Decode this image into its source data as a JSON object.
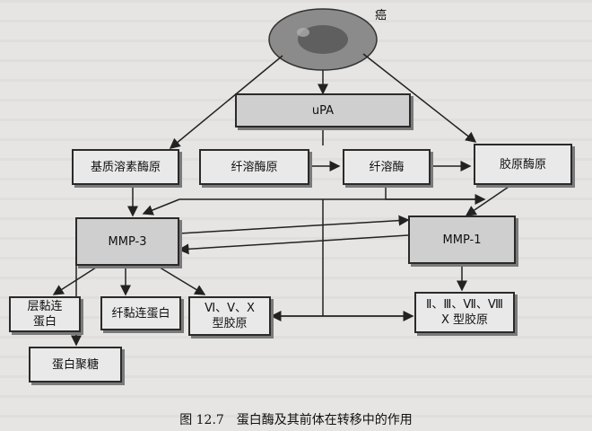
{
  "nodes": {
    "cancer": "癌",
    "upa": "uPA",
    "matrix_lysin_pro": "基质溶素酶原",
    "plasminogen": "纤溶酶原",
    "plasmin": "纤溶酶",
    "procollagenase": "胶原酶原",
    "mmp3": "MMP-3",
    "mmp1": "MMP-1",
    "laminin": "层黏连\n蛋白",
    "fibronectin": "纤黏连蛋白",
    "collagen_6_5_10": "Ⅵ、Ⅴ、Ⅹ\n型胶原",
    "proteoglycan": "蛋白聚糖",
    "collagen_2_3_7_8": "Ⅱ、Ⅲ、Ⅶ、Ⅷ\nⅩ 型胶原"
  },
  "caption": "图 12.7　蛋白酶及其前体在转移中的作用"
}
